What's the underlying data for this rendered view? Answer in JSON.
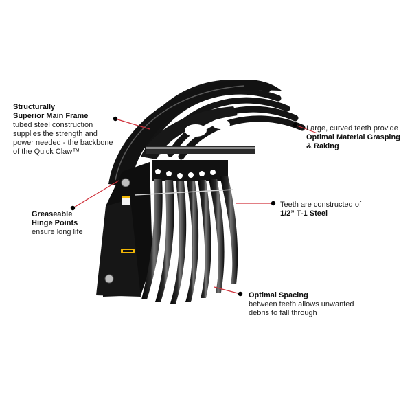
{
  "callouts": {
    "frame": {
      "title_line1": "Structurally",
      "title_line2": "Superior Main Frame",
      "body_line1": "tubed steel construction",
      "body_line2": "supplies the strength and",
      "body_line3": "power needed - the backbone",
      "body_line4": "of the Quick Claw™"
    },
    "teeth_curve": {
      "line1": "Large, curved teeth provide",
      "bold_line2": "Optimal Material Grasping",
      "bold_line3": "& Raking"
    },
    "hinge": {
      "title_line1": "Greaseable",
      "title_line2": "Hinge Points",
      "body_line1": "ensure long life"
    },
    "steel": {
      "line1": "Teeth are constructed of",
      "bold_line2": "1/2” T-1 Steel"
    },
    "spacing": {
      "title": "Optimal Spacing",
      "body_line1": "between teeth allows unwanted",
      "body_line2": "debris to fall through"
    }
  },
  "colors": {
    "leader": "#d0303a",
    "dot": "#000000",
    "steel": "#141414",
    "highlight": "#5a5a5a",
    "decal_yellow": "#f2b705"
  }
}
